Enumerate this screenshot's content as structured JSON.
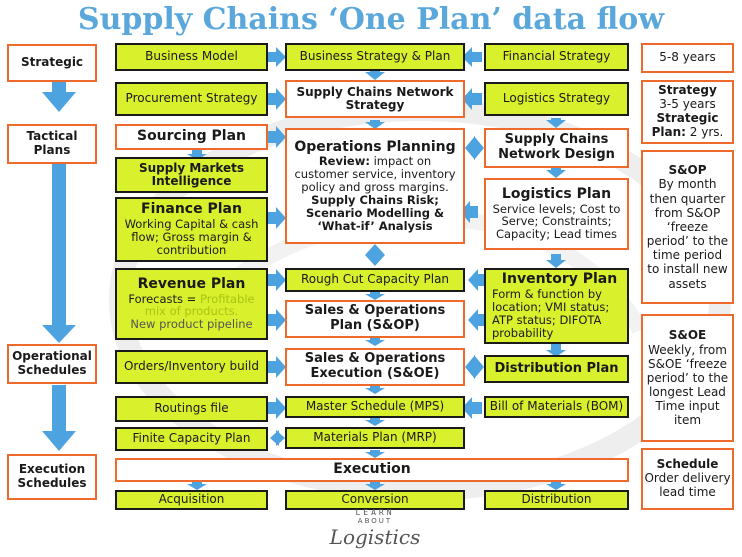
{
  "title": "Supply Chains ‘One Plan’ data flow",
  "left_labels": {
    "strategic": "Strategic",
    "tactical": "Tactical Plans",
    "operational": "Operational Schedules",
    "execution": "Execution Schedules"
  },
  "col1": {
    "business_model": "Business Model",
    "procurement_strategy": "Procurement Strategy",
    "sourcing_plan": "Sourcing Plan",
    "supply_markets": "Supply Markets Intelligence",
    "finance_plan_title": "Finance Plan",
    "finance_plan_body": "Working Capital & cash flow; Gross margin & contribution",
    "revenue_plan_title": "Revenue Plan",
    "revenue_plan_body1": "Forecasts = ",
    "revenue_plan_body2": "Profitable mix of products.",
    "revenue_plan_body3": "New product pipeline",
    "orders_inventory": "Orders/Inventory build",
    "routings_file": "Routings file",
    "finite_capacity": "Finite Capacity Plan"
  },
  "col2": {
    "business_strategy": "Business Strategy & Plan",
    "network_strategy": "Supply Chains Network Strategy",
    "ops_planning_title": "Operations Planning",
    "ops_review_label": "Review:",
    "ops_review_body": " impact on customer service, inventory policy and gross margins.",
    "ops_risk": "Supply Chains Risk; Scenario Modelling & ‘What-if’ Analysis",
    "rough_cut": "Rough Cut Capacity Plan",
    "sop": "Sales & Operations Plan (S&OP)",
    "soe": "Sales & Operations Execution (S&OE)",
    "mps": "Master Schedule (MPS)",
    "mrp": "Materials Plan (MRP)"
  },
  "col3": {
    "financial_strategy": "Financial Strategy",
    "logistics_strategy": "Logistics Strategy",
    "network_design": "Supply Chains Network Design",
    "logistics_plan_title": "Logistics Plan",
    "logistics_plan_body": "Service levels; Cost to Serve; Constraints; Capacity; Lead times",
    "inventory_plan_title": "Inventory Plan",
    "inventory_plan_body": "Form & function by location; VMI status; ATP status; DIFOTA probability",
    "distribution_plan": "Distribution Plan",
    "bom": "Bill of Materials (BOM)"
  },
  "execution": {
    "label": "Execution",
    "acquisition": "Acquisition",
    "conversion": "Conversion",
    "distribution": "Distribution"
  },
  "right_notes": {
    "years_5_8": "5-8 years",
    "strategy_label": "Strategy",
    "strategy_years": "3-5 years",
    "strategic_plan_label": "Strategic Plan:",
    "strategic_plan_years": " 2 yrs.",
    "sop_label": "S&OP",
    "sop_body": "By month then quarter from S&OP ‘freeze period’ to the time period to install new assets",
    "soe_label": "S&OE",
    "soe_body": "Weekly, from S&OE ‘freeze period’ to the longest Lead Time input item",
    "schedule_label": "Schedule",
    "schedule_body": "Order delivery lead time"
  },
  "logo": {
    "line1": "LEARN",
    "line2": "ABOUT",
    "line3": "Logistics"
  },
  "colors": {
    "title_blue": "#5aa7db",
    "arrow_blue": "#4da3df",
    "box_green": "#d9f02c",
    "border_orange": "#ee6a2c",
    "text_green": "#a8c414"
  }
}
